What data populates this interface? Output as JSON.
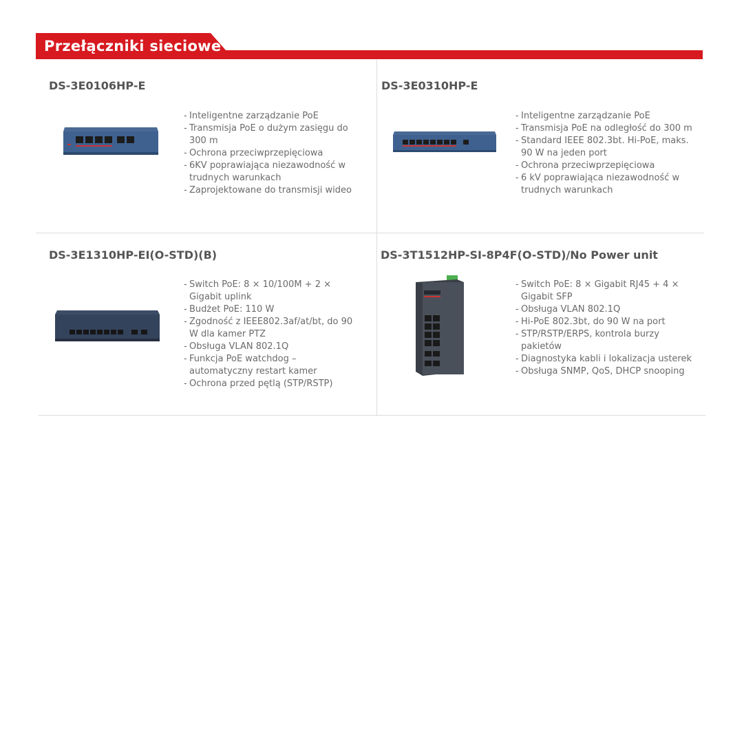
{
  "header": {
    "title": "Przełączniki sieciowe",
    "accent_color": "#d71920"
  },
  "products": [
    {
      "model": "DS-3E0106HP-E",
      "image_icon": "network-switch-6port-icon",
      "features": [
        "Inteligentne zarządzanie PoE",
        "Transmisja PoE o dużym zasięgu do 300 m",
        "Ochrona przeciwprzepięciowa",
        "6KV poprawiająca niezawodność w trudnych warunkach",
        "Zaprojektowane do transmisji wideo"
      ]
    },
    {
      "model": "DS-3E0310HP-E",
      "image_icon": "network-switch-10port-icon",
      "features": [
        "Inteligentne zarządzanie PoE",
        "Transmisja PoE na odległość do 300 m",
        "Standard IEEE 802.3bt. Hi-PoE, maks. 90 W na jeden port",
        "Ochrona przeciwprzepięciowa",
        "6 kV poprawiająca niezawodność w trudnych warunkach"
      ]
    },
    {
      "model": "DS-3E1310HP-EI(O-STD)(B)",
      "image_icon": "network-switch-10port-dark-icon",
      "features": [
        "Switch PoE: 8 × 10/100M + 2 × Gigabit uplink",
        "Budżet PoE: 110 W",
        "Zgodność z IEEE802.3af/at/bt, do 90 W dla kamer PTZ",
        "Obsługa VLAN 802.1Q",
        "Funkcja PoE watchdog – automatyczny restart kamer",
        "Ochrona przed pętlą (STP/RSTP)"
      ]
    },
    {
      "model": "DS-3T1512HP-SI-8P4F(O-STD)/No Power unit",
      "image_icon": "industrial-din-rail-switch-icon",
      "features": [
        "Switch PoE: 8 × Gigabit RJ45 + 4 × Gigabit SFP",
        "Obsługa VLAN 802.1Q",
        "Hi-PoE 802.3bt, do 90 W na port",
        "STP/RSTP/ERPS, kontrola burzy pakietów",
        "Diagnostyka kabli i lokalizacja usterek",
        "Obsługa SNMP, QoS, DHCP snooping"
      ]
    }
  ]
}
